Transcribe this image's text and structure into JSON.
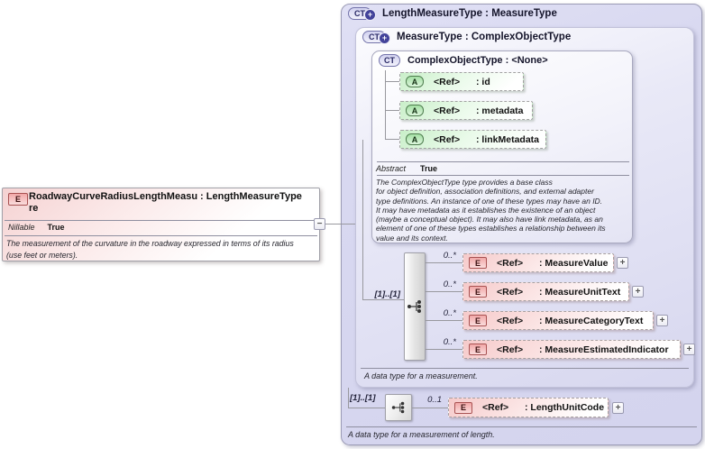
{
  "colors": {
    "panel_lavender": "#d8d8f0",
    "element_pink": "#f6caca",
    "attribute_green": "#c9efc9",
    "border_gray": "#9a9ab4",
    "badge_type_border": "#7373aa",
    "badge_attr_border": "#4e7d4e",
    "badge_elem_border": "#a85252",
    "ct_plus_fill": "#43439a"
  },
  "icons": {
    "expand_glyph": "+",
    "collapse_glyph": "−",
    "ct_plus_glyph": "+"
  },
  "left_element": {
    "badge": "E",
    "name_line1": "RoadwayCurveRadiusLengthMeasu",
    "name_line2": "re",
    "type": ": LengthMeasureType",
    "prop_label": "Nillable",
    "prop_value": "True",
    "annotation": "The measurement of the curvature in the roadway expressed in terms of its radius\n(use feet or meters)."
  },
  "length_measure_type": {
    "badge": "CT",
    "title": "LengthMeasureType : MeasureType",
    "group_occurs": "[1]..[1]",
    "element": {
      "occurs": "0..1",
      "badge": "E",
      "ref": "<Ref>",
      "name": ": LengthUnitCode"
    },
    "footer": "A data type for a measurement of length."
  },
  "measure_type": {
    "badge": "CT",
    "title": "MeasureType : ComplexObjectType",
    "group_occurs": "[1]..[1]",
    "elements": [
      {
        "occurs": "0..*",
        "badge": "E",
        "ref": "<Ref>",
        "name": ": MeasureValue"
      },
      {
        "occurs": "0..*",
        "badge": "E",
        "ref": "<Ref>",
        "name": ": MeasureUnitText"
      },
      {
        "occurs": "0..*",
        "badge": "E",
        "ref": "<Ref>",
        "name": ": MeasureCategoryText"
      },
      {
        "occurs": "0..*",
        "badge": "E",
        "ref": "<Ref>",
        "name": ": MeasureEstimatedIndicator"
      }
    ],
    "footer": "A data type for a measurement."
  },
  "complex_object_type": {
    "badge": "CT",
    "title": "ComplexObjectType : <None>",
    "attributes": [
      {
        "badge": "A",
        "ref": "<Ref>",
        "name": ": id"
      },
      {
        "badge": "A",
        "ref": "<Ref>",
        "name": ": metadata"
      },
      {
        "badge": "A",
        "ref": "<Ref>",
        "name": ": linkMetadata"
      }
    ],
    "prop_label": "Abstract",
    "prop_value": "True",
    "annotation": "The ComplexObjectType type provides a base class\nfor object definition, association definitions, and external adapter\ntype definitions. An instance of one of these types may have an ID.\nIt may have metadata as it establishes the existence of an object\n(maybe a conceptual object). It may also have link metadata, as an\nelement of one of these types establishes a relationship between its\nvalue and its context."
  }
}
